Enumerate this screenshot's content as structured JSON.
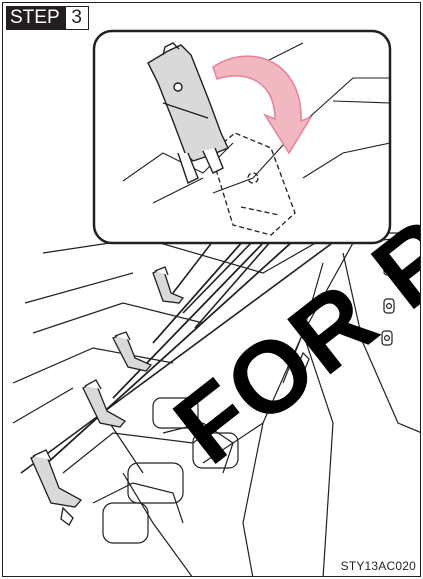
{
  "step": {
    "label": "STEP",
    "number": "3"
  },
  "figure_code": "STY13AC020",
  "watermark": "FOR REF",
  "colors": {
    "line": "#231f20",
    "part_fill": "#d9d9d9",
    "arrow_fill": "#f2b8c2",
    "arrow_stroke": "#e8849a",
    "background": "#ffffff"
  },
  "icons": {
    "rotation_arrow": "curved-arrow-icon",
    "latch_bracket": "latch-icon",
    "seat_anchor": "anchor-icon"
  }
}
